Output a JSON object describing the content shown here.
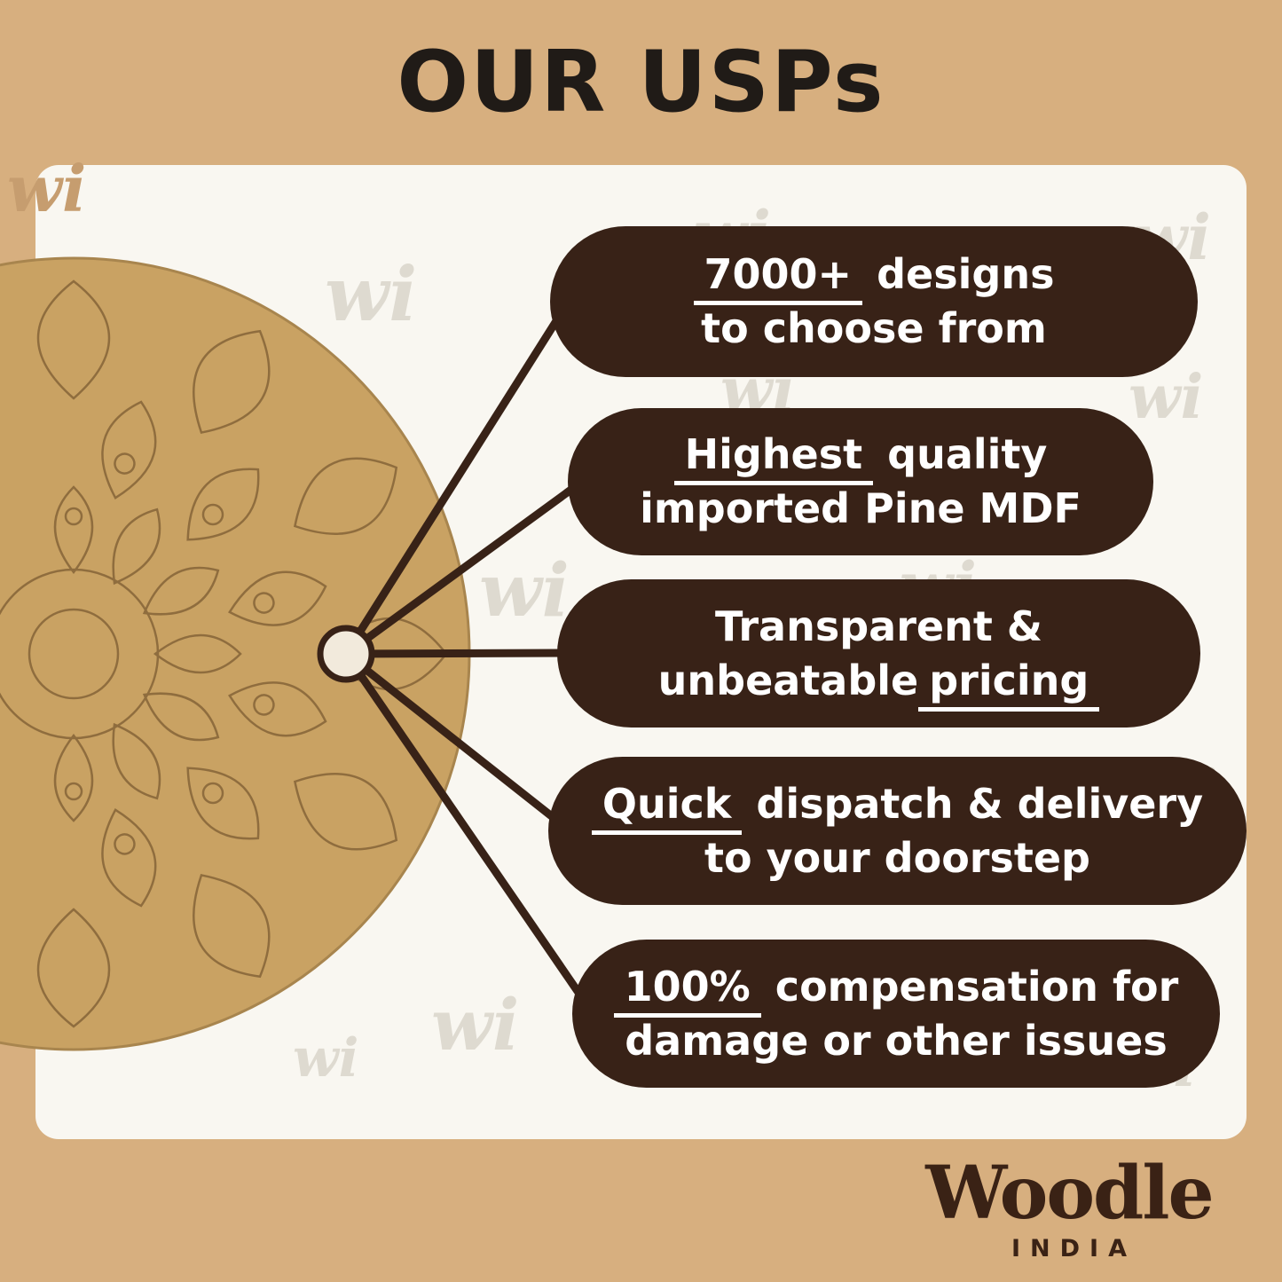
{
  "title": "OUR USPs",
  "watermark": {
    "text": "wi"
  },
  "usps": [
    {
      "l1_pre": "",
      "l1_u": "7000+",
      "l1_post": " designs",
      "l2_pre": "to choose from",
      "l2_u": "",
      "l2_post": ""
    },
    {
      "l1_pre": "",
      "l1_u": "Highest",
      "l1_post": " quality",
      "l2_pre": "imported Pine MDF",
      "l2_u": "",
      "l2_post": ""
    },
    {
      "l1_pre": "Transparent &",
      "l1_u": "",
      "l1_post": "",
      "l2_pre": "unbeatable",
      "l2_u": "pricing",
      "l2_post": ""
    },
    {
      "l1_pre": "",
      "l1_u": "Quick",
      "l1_post": " dispatch & delivery",
      "l2_pre": "to your doorstep",
      "l2_u": "",
      "l2_post": ""
    },
    {
      "l1_pre": "",
      "l1_u": "100%",
      "l1_post": " compensation for",
      "l2_pre": "damage or other issues",
      "l2_u": "",
      "l2_post": ""
    }
  ],
  "brand": {
    "name": "Woodle",
    "country": "INDIA"
  },
  "colors": {
    "background": "#D7AF7F",
    "panel": "#F9F7F1",
    "pill": "#382217",
    "board": "#C9A263",
    "board_line": "#8F6D3E",
    "connector": "#382217",
    "hub_fill": "#F2EADC",
    "title_text": "#201B17",
    "pill_text": "#FFFFFF"
  }
}
